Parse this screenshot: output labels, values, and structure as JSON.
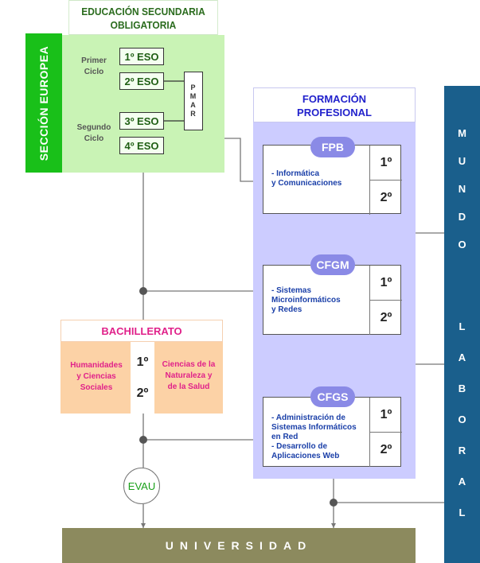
{
  "eso": {
    "title_line1": "EDUCACIÓN SECUNDARIA",
    "title_line2": "OBLIGATORIA",
    "seccion": "SECCIÓN EUROPEA",
    "primer_ciclo_1": "Primer",
    "primer_ciclo_2": "Ciclo",
    "segundo_ciclo_1": "Segundo",
    "segundo_ciclo_2": "Ciclo",
    "levels": [
      "1º ESO",
      "2º ESO",
      "3º ESO",
      "4º ESO"
    ],
    "pmar": [
      "P",
      "M",
      "A",
      "R"
    ]
  },
  "fp": {
    "title_line1": "FORMACIÓN",
    "title_line2": "PROFESIONAL",
    "fpb": {
      "label": "FPB",
      "desc": [
        "- Informática",
        "y Comunicaciones"
      ],
      "year1": "1º",
      "year2": "2º"
    },
    "cfgm": {
      "label": "CFGM",
      "desc": [
        "- Sistemas",
        "Microinformáticos",
        "y Redes"
      ],
      "year1": "1º",
      "year2": "2º"
    },
    "cfgs": {
      "label": "CFGS",
      "desc": [
        "- Administración de",
        "Sistemas Informáticos",
        "en Red",
        "- Desarrollo de",
        "Aplicaciones Web"
      ],
      "year1": "1º",
      "year2": "2º"
    }
  },
  "mundo": {
    "letters": [
      "M",
      "U",
      "N",
      "D",
      "O",
      "L",
      "A",
      "B",
      "O",
      "R",
      "A",
      "L"
    ]
  },
  "bach": {
    "title": "BACHILLERATO",
    "left": [
      "Humanidades",
      "y Ciencias",
      "Sociales"
    ],
    "right": [
      "Ciencias de la",
      "Naturaleza y",
      "de la Salud"
    ],
    "year1": "1º",
    "year2": "2º"
  },
  "evau": "EVAU",
  "universidad": "UNIVERSIDAD",
  "colors": {
    "eso_bg": "#c9f3b5",
    "seccion": "#19c019",
    "fp_bg": "#ccccff",
    "mundo": "#1a5f8c",
    "bach_bg": "#fcd2a6",
    "universidad": "#8c8a5e",
    "connector": "#777777"
  }
}
